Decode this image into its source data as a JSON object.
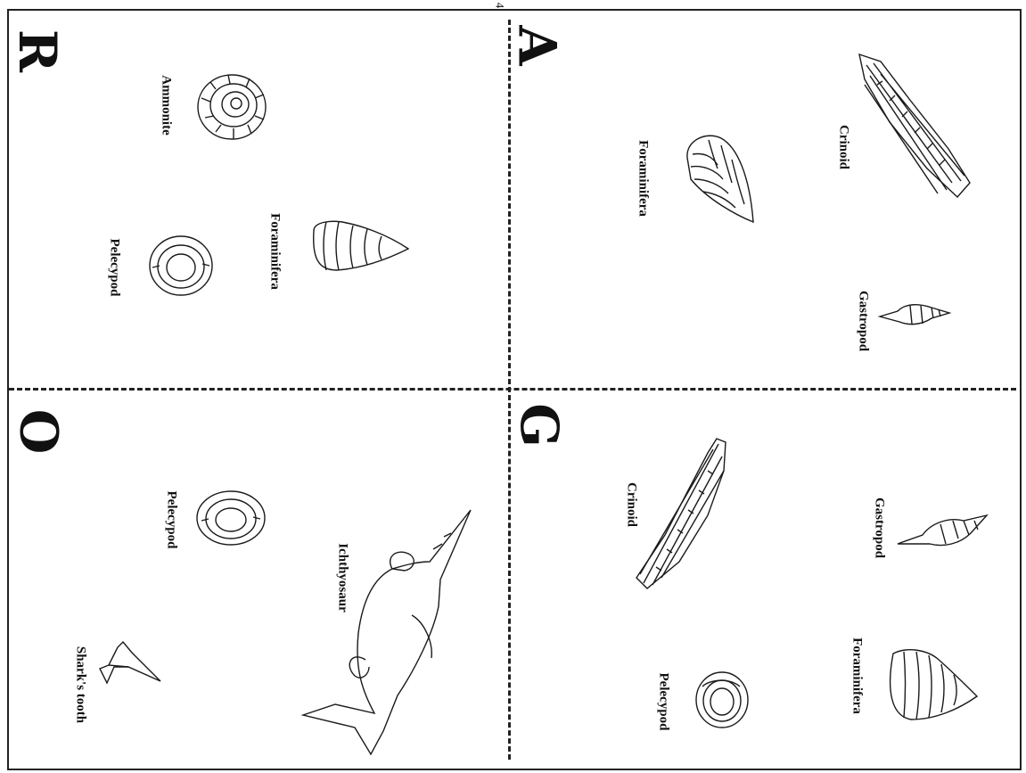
{
  "page": {
    "number_mark": "4"
  },
  "quadrants": [
    {
      "letter": "A",
      "labels": {
        "crinoid": "Crinoid",
        "foraminifera": "Foraminifera",
        "gastropod": "Gastropod"
      }
    },
    {
      "letter": "G",
      "labels": {
        "gastropod": "Gastropod",
        "crinoid": "Crinoid",
        "foraminifera": "Foraminifera",
        "pelecypod": "Pelecypod"
      }
    },
    {
      "letter": "R",
      "labels": {
        "ammonite": "Ammonite",
        "foraminifera": "Foraminifera",
        "pelecypod": "Pelecypod"
      }
    },
    {
      "letter": "O",
      "labels": {
        "ichthyosaur": "Ichthyosaur",
        "pelecypod": "Pelecypod",
        "sharks_tooth": "Shark's tooth"
      }
    }
  ]
}
